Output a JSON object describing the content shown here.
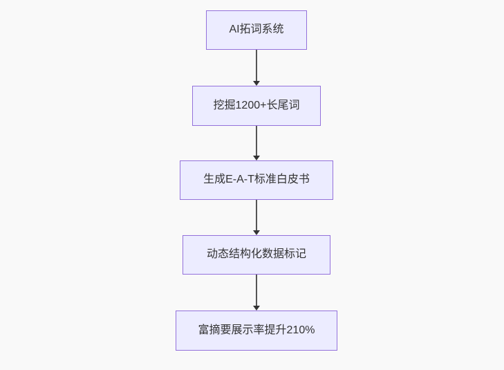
{
  "diagram": {
    "type": "flowchart",
    "direction": "top-down",
    "background": "#f9f9f9",
    "node_style": {
      "fill": "#ececff",
      "border": "#9370db",
      "text_color": "#333333"
    },
    "edge_style": {
      "line_color": "#555555",
      "arrowhead_color": "#333333"
    },
    "nodes": [
      {
        "label": "AI拓词系统"
      },
      {
        "label": "挖掘1200+长尾词"
      },
      {
        "label": "生成E-A-T标准白皮书"
      },
      {
        "label": "动态结构化数据标记"
      },
      {
        "label": "富摘要展示率提升210%"
      }
    ],
    "edges": [
      {
        "from": "AI拓词系统",
        "to": "挖掘1200+长尾词"
      },
      {
        "from": "挖掘1200+长尾词",
        "to": "生成E-A-T标准白皮书"
      },
      {
        "from": "生成E-A-T标准白皮书",
        "to": "动态结构化数据标记"
      },
      {
        "from": "动态结构化数据标记",
        "to": "富摘要展示率提升210%"
      }
    ]
  }
}
